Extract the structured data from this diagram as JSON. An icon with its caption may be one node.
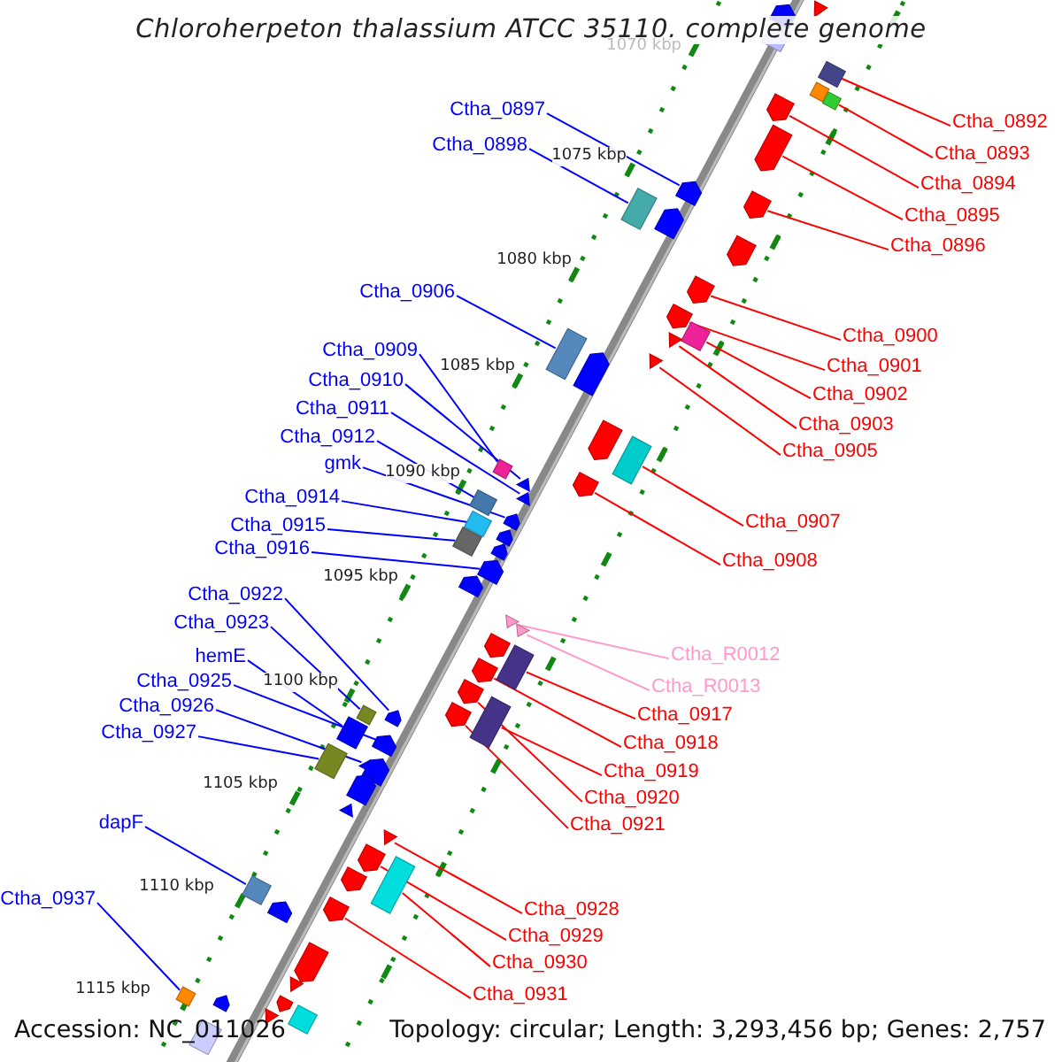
{
  "diagram": {
    "title": "Chloroherpeton thalassium ATCC 35110, complete genome",
    "nodes": [
      {
        "text": [
          "Ctha_0897"
        ]
      },
      {
        "text": [
          "Ctha_0892"
        ]
      },
      {
        "text": [
          "Ctha_0898"
        ]
      },
      {
        "text": [
          "Ctha_0893"
        ]
      },
      {
        "text": [
          "Ctha_0894"
        ]
      },
      {
        "text": [
          "Ctha_0895"
        ]
      },
      {
        "text": [
          "Ctha_0896"
        ]
      },
      {
        "text": [
          "Ctha_0906"
        ]
      },
      {
        "text": [
          "Ctha_0900"
        ]
      },
      {
        "text": [
          "Ctha_0909"
        ]
      },
      {
        "text": [
          "Ctha_0901"
        ]
      },
      {
        "text": [
          "Ctha_0910"
        ]
      },
      {
        "text": [
          "Ctha_0902"
        ]
      },
      {
        "text": [
          "Ctha_0911"
        ]
      },
      {
        "text": [
          "Ctha_0903"
        ]
      },
      {
        "text": [
          "Ctha_0912"
        ]
      },
      {
        "text": [
          "Ctha_0905"
        ]
      },
      {
        "text": [
          "gmk"
        ]
      },
      {
        "text": [
          "Ctha_0914"
        ]
      },
      {
        "text": [
          "Ctha_0907"
        ]
      },
      {
        "text": [
          "Ctha_0915"
        ]
      },
      {
        "text": [
          "Ctha_0916"
        ]
      },
      {
        "text": [
          "Ctha_0908"
        ]
      },
      {
        "text": [
          "Ctha_0922"
        ]
      },
      {
        "text": [
          "Ctha_0923"
        ]
      },
      {
        "text": [
          "Ctha_R0012"
        ]
      },
      {
        "text": [
          "hemE"
        ]
      },
      {
        "text": [
          "Ctha_0925"
        ]
      },
      {
        "text": [
          "Ctha_R0013"
        ]
      },
      {
        "text": [
          "Ctha_0926"
        ]
      },
      {
        "text": [
          "Ctha_0917"
        ]
      },
      {
        "text": [
          "Ctha_0927"
        ]
      },
      {
        "text": [
          "Ctha_0918"
        ]
      },
      {
        "text": [
          "Ctha_0919"
        ]
      },
      {
        "text": [
          "Ctha_0920"
        ]
      },
      {
        "text": [
          "dapF"
        ]
      },
      {
        "text": [
          "Ctha_0921"
        ]
      },
      {
        "text": [
          "Ctha_0937"
        ]
      },
      {
        "text": [
          "Ctha_0928"
        ]
      },
      {
        "text": [
          "Ctha_0929"
        ]
      },
      {
        "text": [
          "Ctha_0930"
        ]
      },
      {
        "text": [
          "Ctha_0931"
        ]
      },
      {
        "text": [],
        "shape": "triangle"
      },
      {
        "text": [],
        "shape": "pentagon"
      },
      {
        "text": [],
        "shape": "box"
      },
      {
        "text": [],
        "shape": "box"
      },
      {
        "text": [],
        "shape": "box"
      },
      {
        "text": [],
        "shape": "box"
      },
      {
        "text": [],
        "shape": "pentagon"
      },
      {
        "text": [],
        "shape": "pentagon"
      },
      {
        "text": [],
        "shape": "pentagon"
      },
      {
        "text": [],
        "shape": "pentagon"
      },
      {
        "text": [],
        "shape": "box"
      },
      {
        "text": [],
        "shape": "pentagon"
      },
      {
        "text": [],
        "shape": "pentagon"
      },
      {
        "text": [],
        "shape": "pentagon"
      },
      {
        "text": [],
        "shape": "pentagon"
      },
      {
        "text": [],
        "shape": "box"
      },
      {
        "text": [],
        "shape": "triangle"
      },
      {
        "text": [],
        "shape": "box"
      },
      {
        "text": [],
        "shape": "triangle"
      },
      {
        "text": [],
        "shape": "pentagon"
      },
      {
        "text": [],
        "shape": "pentagon"
      },
      {
        "text": [],
        "shape": "box"
      },
      {
        "text": [],
        "shape": "box"
      },
      {
        "text": [],
        "shape": "triangle"
      },
      {
        "text": [],
        "shape": "pentagon"
      },
      {
        "text": [],
        "shape": "triangle"
      },
      {
        "text": [],
        "shape": "box"
      },
      {
        "text": [],
        "shape": "pentagon"
      },
      {
        "text": [],
        "shape": "box"
      },
      {
        "text": [],
        "shape": "pentagon"
      },
      {
        "text": [],
        "shape": "box"
      },
      {
        "text": [],
        "shape": "pentagon"
      },
      {
        "text": [],
        "shape": "pentagon"
      },
      {
        "text": [],
        "shape": "pentagon"
      },
      {
        "text": [],
        "shape": "triangle"
      },
      {
        "text": [],
        "shape": "triangle"
      },
      {
        "text": [],
        "shape": "pentagon"
      },
      {
        "text": [],
        "shape": "box"
      },
      {
        "text": [],
        "shape": "pentagon"
      },
      {
        "text": [],
        "shape": "pentagon"
      },
      {
        "text": [],
        "shape": "box"
      },
      {
        "text": [],
        "shape": "pentagon"
      },
      {
        "text": [],
        "shape": "pentagon"
      },
      {
        "text": [],
        "shape": "box"
      },
      {
        "text": [],
        "shape": "box"
      },
      {
        "text": [],
        "shape": "pentagon"
      },
      {
        "text": [],
        "shape": "box"
      },
      {
        "text": [],
        "shape": "triangle"
      },
      {
        "text": [],
        "shape": "pentagon"
      },
      {
        "text": [],
        "shape": "pentagon"
      },
      {
        "text": [],
        "shape": "triangle"
      },
      {
        "text": [],
        "shape": "triangle"
      },
      {
        "text": [],
        "shape": "pentagon"
      },
      {
        "text": [],
        "shape": "pentagon"
      },
      {
        "text": [],
        "shape": "box"
      },
      {
        "text": [],
        "shape": "box"
      },
      {
        "text": [],
        "shape": "pentagon"
      },
      {
        "text": [],
        "shape": "pentagon"
      },
      {
        "text": [],
        "shape": "pentagon"
      },
      {
        "text": [],
        "shape": "triangle"
      },
      {
        "text": [],
        "shape": "box"
      },
      {
        "text": [],
        "shape": "pentagon"
      },
      {
        "text": [],
        "shape": "pentagon"
      },
      {
        "text": [],
        "shape": "triangle"
      },
      {
        "text": [],
        "shape": "box"
      },
      {
        "text": [],
        "shape": "box"
      }
    ],
    "edges": [
      {
        "from": 0,
        "to": 50,
        "arrow": "none",
        "color": "#0000ff"
      },
      {
        "from": 1,
        "to": 45,
        "arrow": "none"
      },
      {
        "from": 2,
        "to": 52,
        "arrow": "none",
        "color": "#0000ff"
      },
      {
        "from": 3,
        "to": 47,
        "arrow": "none"
      },
      {
        "from": 4,
        "to": 48,
        "arrow": "none"
      },
      {
        "from": 5,
        "to": 49,
        "arrow": "none"
      },
      {
        "from": 6,
        "to": 51,
        "arrow": "none"
      },
      {
        "from": 7,
        "to": 59,
        "arrow": "none",
        "color": "#0000ff"
      },
      {
        "from": 8,
        "to": 55,
        "arrow": "none"
      },
      {
        "from": 9,
        "to": 64,
        "arrow": "none",
        "color": "#0000ff"
      },
      {
        "from": 10,
        "to": 56,
        "arrow": "none"
      },
      {
        "from": 11,
        "to": 65,
        "arrow": "none",
        "color": "#0000ff"
      },
      {
        "from": 12,
        "to": 57,
        "arrow": "none"
      },
      {
        "from": 13,
        "to": 67,
        "arrow": "none",
        "color": "#0000ff"
      },
      {
        "from": 14,
        "to": 58,
        "arrow": "none"
      },
      {
        "from": 15,
        "to": 68,
        "arrow": "none",
        "color": "#0000ff"
      },
      {
        "from": 16,
        "to": 60,
        "arrow": "none"
      },
      {
        "from": 17,
        "to": 69,
        "arrow": "none",
        "color": "#0000ff"
      },
      {
        "from": 18,
        "to": 70,
        "arrow": "none",
        "color": "#0000ff"
      },
      {
        "from": 19,
        "to": 63,
        "arrow": "none"
      },
      {
        "from": 20,
        "to": 72,
        "arrow": "none",
        "color": "#0000ff"
      },
      {
        "from": 21,
        "to": 74,
        "arrow": "none",
        "color": "#0000ff"
      },
      {
        "from": 22,
        "to": 66,
        "arrow": "none"
      },
      {
        "from": 23,
        "to": 83,
        "arrow": "none",
        "color": "#0000ff"
      },
      {
        "from": 24,
        "to": 82,
        "arrow": "none",
        "color": "#0000ff"
      },
      {
        "from": 25,
        "to": 76,
        "arrow": "none",
        "color": "#ff99cc"
      },
      {
        "from": 26,
        "to": 86,
        "arrow": "none",
        "color": "#0000ff"
      },
      {
        "from": 27,
        "to": 87,
        "arrow": "none",
        "color": "#0000ff"
      },
      {
        "from": 28,
        "to": 77,
        "arrow": "none",
        "color": "#ff99cc"
      },
      {
        "from": 29,
        "to": 89,
        "arrow": "none",
        "color": "#0000ff"
      },
      {
        "from": 30,
        "to": 79,
        "arrow": "none"
      },
      {
        "from": 31,
        "to": 88,
        "arrow": "none",
        "color": "#0000ff"
      },
      {
        "from": 32,
        "to": 80,
        "arrow": "none"
      },
      {
        "from": 33,
        "to": 85,
        "arrow": "none"
      },
      {
        "from": 34,
        "to": 81,
        "arrow": "none"
      },
      {
        "from": 35,
        "to": 97,
        "arrow": "none",
        "color": "#0000ff"
      },
      {
        "from": 36,
        "to": 84,
        "arrow": "none"
      },
      {
        "from": 37,
        "to": 102,
        "arrow": "none",
        "color": "#0000ff"
      },
      {
        "from": 38,
        "to": 93,
        "arrow": "none"
      },
      {
        "from": 39,
        "to": 94,
        "arrow": "none"
      },
      {
        "from": 40,
        "to": 96,
        "arrow": "none"
      },
      {
        "from": 41,
        "to": 99,
        "arrow": "none"
      }
    ],
    "labels": [
      "1070 kbp",
      "1075 kbp",
      "1080 kbp",
      "1085 kbp",
      "1090 kbp",
      "1095 kbp",
      "1100 kbp",
      "1105 kbp",
      "1110 kbp",
      "1115 kbp",
      "Accession: NC_011026",
      "Topology: circular; Length: 3,293,456 bp; Genes: 2,757"
    ]
  }
}
